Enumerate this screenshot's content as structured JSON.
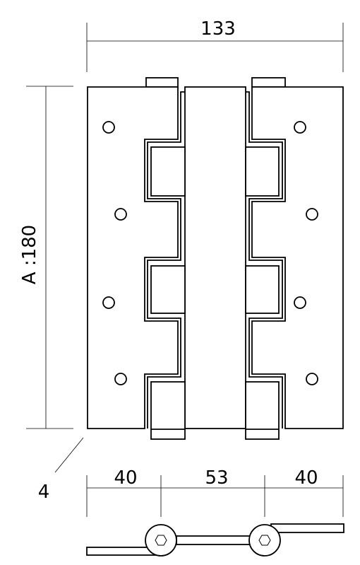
{
  "dimensions": {
    "overall_width": "133",
    "height": "A :180",
    "thickness": "4",
    "left_leaf": "40",
    "center": "53",
    "right_leaf": "40"
  },
  "colors": {
    "line": "#000000",
    "background": "#ffffff"
  }
}
